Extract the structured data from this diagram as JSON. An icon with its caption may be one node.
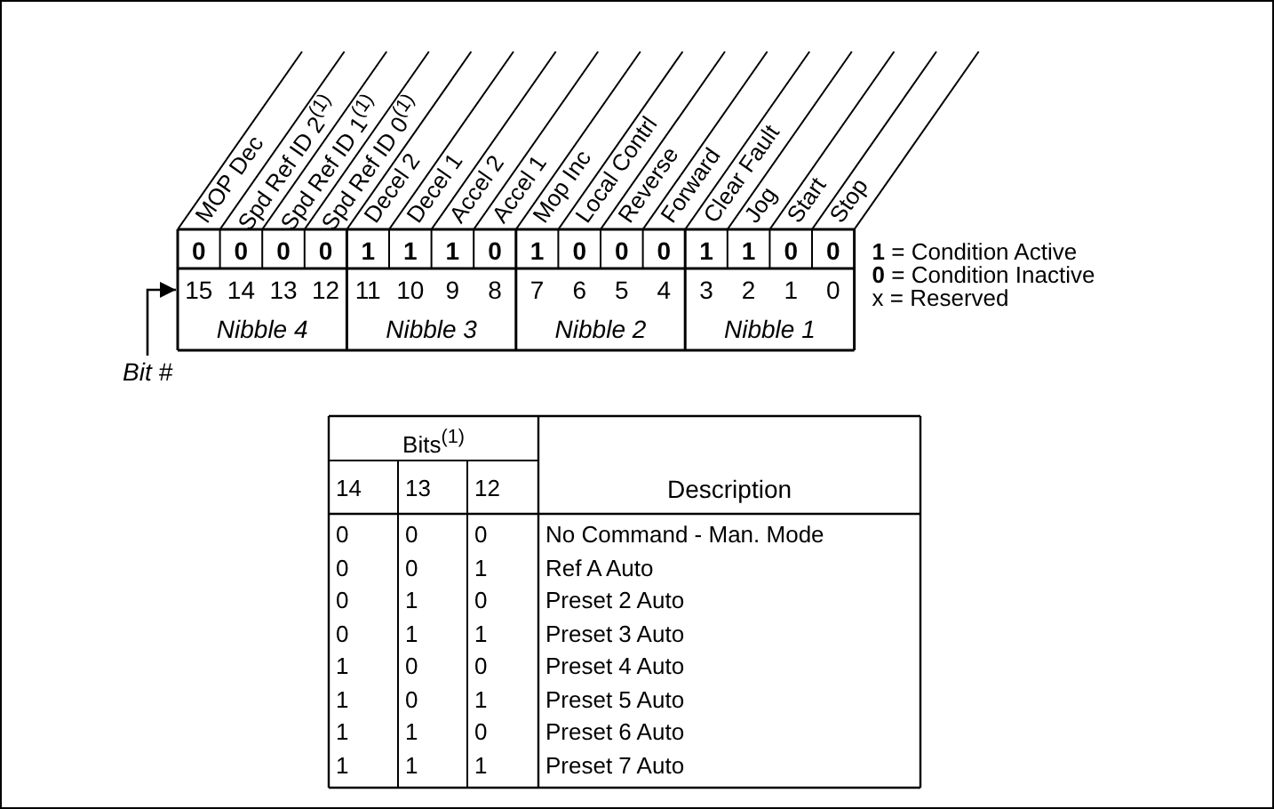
{
  "diagram": {
    "nodes": [
      {
        "text": [
          "Bit #"
        ]
      },
      {
        "text": [
          "15"
        ]
      }
    ],
    "edges": [
      {
        "from": 0,
        "to": 1,
        "arrow": "to"
      }
    ],
    "labels": [
      "MOP Dec",
      "Spd Ref ID 2$^{(1)}$",
      "Spd Ref ID 1$^{(1)}$",
      "Spd Ref ID 0$^{(1)}$",
      "Decel 2",
      "Decel 1",
      "Accel 2",
      "Accel 1",
      "Mop Inc",
      "Local Contrl",
      "Reverse",
      "Forward",
      "Clear Fault",
      "Jog",
      "Start",
      "Stop",
      "0",
      "0",
      "0",
      "0",
      "1",
      "1",
      "1",
      "0",
      "1",
      "0",
      "0",
      "0",
      "1",
      "1",
      "0",
      "0",
      "14",
      "13",
      "12",
      "11",
      "10",
      "9",
      "8",
      "7",
      "6",
      "5",
      "4",
      "3",
      "2",
      "1",
      "0",
      "Nibble 4",
      "Nibble 3",
      "Nibble 2",
      "Nibble 1",
      "**1** = Condition Active",
      "**0** = Condition Inactive",
      "x = Reserved",
      "Bits$^{(1)}$",
      "Description",
      "14",
      "13",
      "12",
      "0",
      "0",
      "0",
      "No Command - Man. Mode",
      "0",
      "0",
      "1",
      "Ref A Auto",
      "0",
      "1",
      "0",
      "Preset 2 Auto",
      "0",
      "1",
      "1",
      "Preset 3 Auto",
      "1",
      "0",
      "0",
      "Preset 4 Auto",
      "1",
      "0",
      "1",
      "Preset 5 Auto",
      "1",
      "1",
      "0",
      "Preset 6 Auto",
      "1",
      "1",
      "1",
      "Preset 7 Auto"
    ]
  }
}
